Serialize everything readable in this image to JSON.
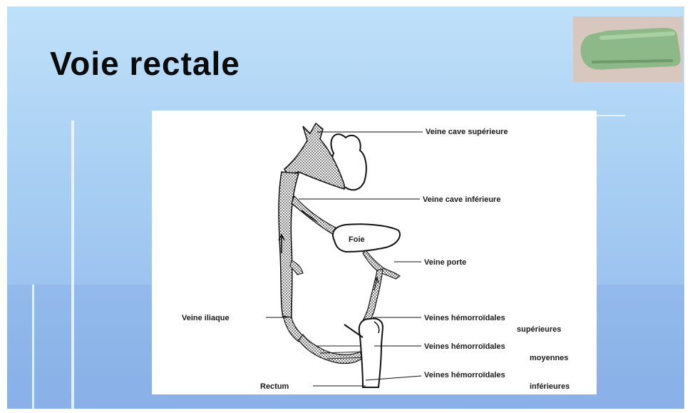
{
  "slide": {
    "title": "Voie rectale",
    "photo": {
      "subject": "green suppository",
      "colors": {
        "body": "#8fb88a",
        "background": "#d6c4bc"
      }
    }
  },
  "diagram": {
    "labels": {
      "veine_cave_sup": "Veine cave supérieure",
      "veine_cave_inf": "Veine cave inférieure",
      "foie": "Foie",
      "veine_porte": "Veine porte",
      "veine_iliaque": "Veine iliaque",
      "hemo_sup_1": "Veines hémorroïdales",
      "hemo_sup_2": "supérieures",
      "hemo_moy_1": "Veines hémorroïdales",
      "hemo_moy_2": "moyennes",
      "hemo_inf_1": "Veines hémorroïdales",
      "hemo_inf_2": "inférieures",
      "rectum": "Rectum"
    }
  }
}
